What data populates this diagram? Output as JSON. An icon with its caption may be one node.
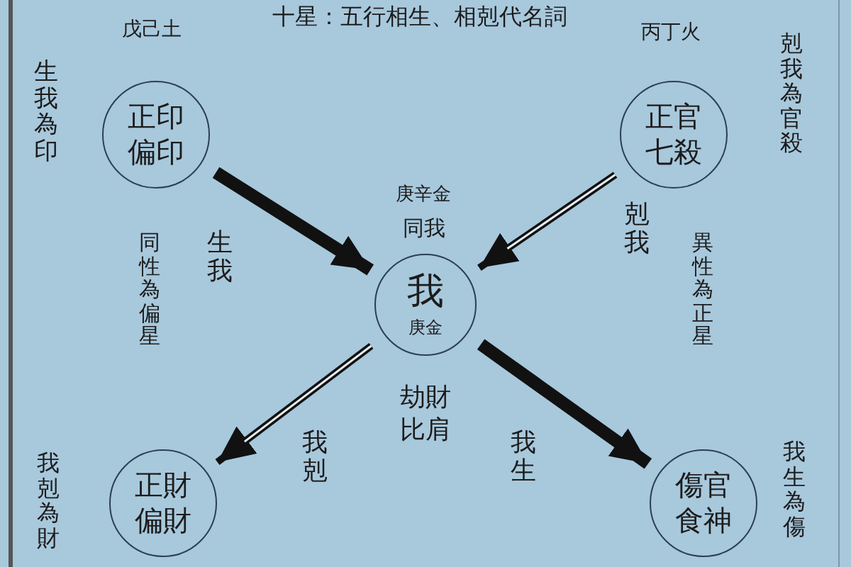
{
  "diagram": {
    "title": "十星：五行相生、相剋代名詞",
    "nodes": [
      {
        "text": [
          "正印偏印"
        ],
        "beside": [
          "戊己土",
          "生我為印"
        ]
      },
      {
        "text": [
          "正官七殺"
        ],
        "beside": [
          "丙丁火",
          "剋我為官殺"
        ]
      },
      {
        "text": [
          "我",
          "庚金"
        ],
        "beside": [
          "庚辛金",
          "同我",
          "劫財比肩"
        ]
      },
      {
        "text": [
          "正財偏財"
        ],
        "beside": [
          "我剋為財"
        ]
      },
      {
        "text": [
          "傷官食神"
        ],
        "beside": [
          "我生為傷"
        ]
      }
    ],
    "edges": [
      {
        "from": 0,
        "to": 2,
        "arrow": "to",
        "label": "生我",
        "style": "thick"
      },
      {
        "from": 1,
        "to": 2,
        "arrow": "to",
        "label": "剋我"
      },
      {
        "from": 2,
        "to": 3,
        "arrow": "to",
        "label": "我剋"
      },
      {
        "from": 2,
        "to": 4,
        "arrow": "to",
        "label": "我生",
        "style": "thick"
      }
    ],
    "labels": [
      "同性為偏星",
      "異性為正星"
    ]
  }
}
